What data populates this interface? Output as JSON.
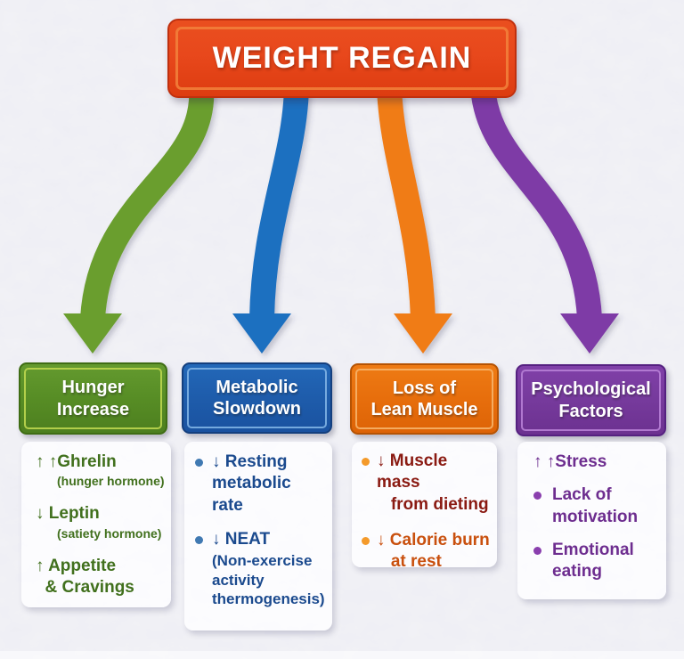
{
  "title": {
    "label": "WEIGHT REGAIN"
  },
  "colors": {
    "background": "#f2f2f6",
    "card": "#fcfcfe",
    "title_box_fill": "#e8481c",
    "title_box_border": "#c0300e",
    "title_box_inner_stroke": "#f2833c",
    "hunger_green": "#578d25",
    "hunger_text": "#41701d",
    "hunger_arrow_ribbon": "#6b9e2d",
    "metabolic_blue": "#1e5cab",
    "metabolic_text": "#1b4a8e",
    "metabolic_bullet": "#4079b2",
    "metabolic_arrow_ribbon": "#1e6fc0",
    "muscle_orange": "#e76e0c",
    "muscle_text_maroon": "#8a1a12",
    "muscle_text_orange": "#c9500e",
    "muscle_bullet": "#f49a2a",
    "muscle_arrow_ribbon": "#f07c12",
    "psych_purple": "#763a9c",
    "psych_text": "#6d2d8f",
    "psych_bullet": "#8a3fae",
    "psych_arrow_ribbon": "#7e3aa6"
  },
  "columns": [
    {
      "title": "Hunger\nIncrease",
      "items": [
        {
          "text": "↑ ↑Ghrelin",
          "subnote": "(hunger hormone)"
        },
        {
          "text": "↓ Leptin",
          "subnote": "(satiety hormone)"
        },
        {
          "text": "↑ Appetite\n  & Cravings"
        }
      ]
    },
    {
      "title": "Metabolic\nSlowdown",
      "items": [
        {
          "text": "↓ Resting\nmetabolic\nrate"
        },
        {
          "text": "↓ NEAT",
          "subnote": "(Non-exercise\nactivity\nthermogenesis)"
        }
      ]
    },
    {
      "title": "Loss of\nLean Muscle",
      "items": [
        {
          "text": "↓ Muscle mass\n   from dieting"
        },
        {
          "text": "↓ Calorie burn\n   at rest"
        }
      ]
    },
    {
      "title": "Psychological\nFactors",
      "items": [
        {
          "text": "↑ ↑Stress"
        },
        {
          "text": "Lack of\nmotivation"
        },
        {
          "text": "Emotional\neating"
        }
      ]
    }
  ]
}
